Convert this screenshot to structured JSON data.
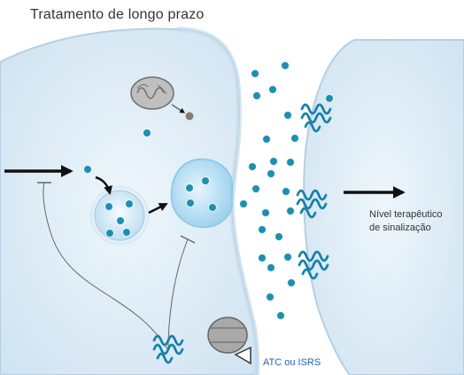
{
  "diagram": {
    "title": "Tratamento de longo prazo",
    "output_label_line1": "Nível terapêutico",
    "output_label_line2": "de sinalização",
    "drug_label": "ATC ou ISRS"
  },
  "colors": {
    "cell_fill": "#dcecf6",
    "cell_stroke": "#b5d0e2",
    "molecule": "#1f8fb0",
    "receptor": "#2a97c2",
    "arrow": "#111111",
    "inhibition_line": "#666666",
    "label_text": "#333333",
    "drug_label_text": "#1f63b8",
    "mitochondrion": "#8c8c8c",
    "transporter": "#9a9a9a"
  },
  "icons": [
    "mitochondrion-icon",
    "vesicle-icon",
    "receptor-icon",
    "transporter-icon",
    "arrow-icon"
  ]
}
